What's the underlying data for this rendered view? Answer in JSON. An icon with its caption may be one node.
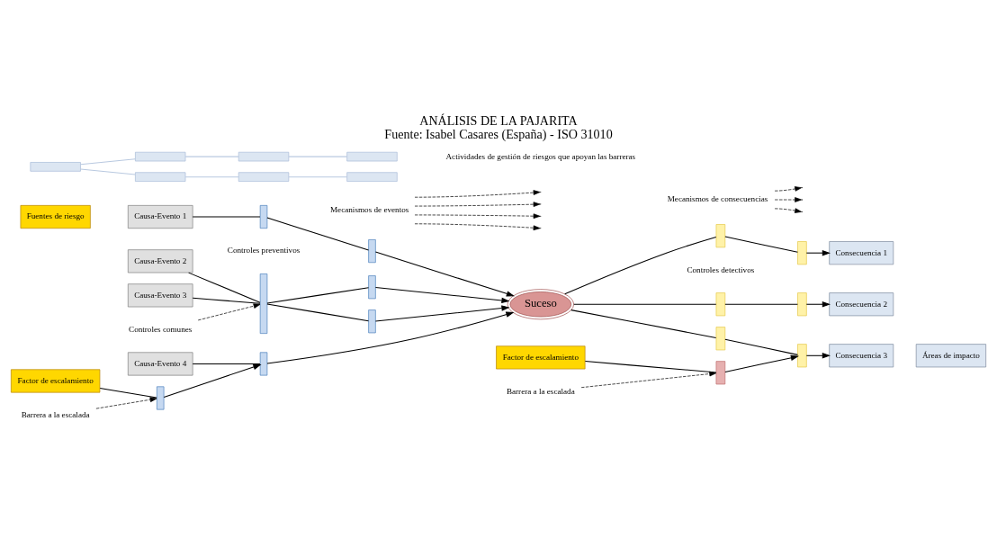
{
  "diagram": {
    "title": "ANÁLISIS DE LA PAJARITA",
    "caption": "Fuente: Isabel Casares (España) - ISO 31010",
    "nodes": [
      {
        "text": [
          "Fuentes de riesgo"
        ]
      },
      {
        "text": [
          "Causa-Evento 1"
        ]
      },
      {
        "text": [
          "Causa-Evento 2"
        ]
      },
      {
        "text": [
          "Causa-Evento 3"
        ]
      },
      {
        "text": [
          "Causa-Evento 4"
        ]
      },
      {
        "text": [
          "Factor de escalamiento"
        ]
      },
      {
        "text": [
          "Barrera a la escalada"
        ]
      },
      {
        "text": [
          "Controles comunes"
        ]
      },
      {
        "text": [
          "Mecanismos de eventos"
        ]
      },
      {
        "text": [
          "Suceso"
        ]
      },
      {
        "text": [
          "Consecuencia 1"
        ]
      },
      {
        "text": [
          "Consecuencia 2"
        ]
      },
      {
        "text": [
          "Consecuencia 3"
        ]
      },
      {
        "text": [
          "Áreas de impacto"
        ]
      },
      {
        "text": [
          "Factor de escalamiento"
        ]
      },
      {
        "text": [
          "Barrera a la escalada"
        ]
      },
      {
        "text": [
          "Mecanismos de consecuencias"
        ]
      },
      {
        "text": [],
        "shape": "bar"
      },
      {
        "text": [],
        "shape": "bar"
      },
      {
        "text": [],
        "shape": "bar"
      },
      {
        "text": [],
        "shape": "bar"
      },
      {
        "text": [],
        "shape": "bar"
      },
      {
        "text": [],
        "shape": "bar"
      },
      {
        "text": [],
        "shape": "bar"
      },
      {
        "text": [],
        "shape": "bar"
      },
      {
        "text": [],
        "shape": "bar"
      },
      {
        "text": [],
        "shape": "bar"
      },
      {
        "text": [],
        "shape": "bar"
      },
      {
        "text": [],
        "shape": "bar"
      },
      {
        "text": [],
        "shape": "bar"
      },
      {
        "text": [],
        "shape": "bar"
      },
      {
        "text": [],
        "shape": "bar"
      },
      {
        "text": [],
        "shape": "bar"
      },
      {
        "text": [],
        "shape": "bar"
      },
      {
        "text": [],
        "shape": "bar"
      },
      {
        "text": [],
        "shape": "bar"
      },
      {
        "text": [],
        "shape": "bar"
      },
      {
        "text": [],
        "shape": "bar"
      }
    ],
    "edges": [
      {
        "from": 1,
        "to": 17,
        "arrow": "none"
      },
      {
        "from": 17,
        "to": 19,
        "arrow": "none"
      },
      {
        "from": 19,
        "to": 9,
        "arrow": "to"
      },
      {
        "from": 2,
        "to": 18,
        "arrow": "none"
      },
      {
        "from": 18,
        "to": 20,
        "arrow": "none"
      },
      {
        "from": 20,
        "to": 9,
        "arrow": "to"
      },
      {
        "from": 3,
        "to": 18,
        "arrow": "none"
      },
      {
        "from": 18,
        "to": 21,
        "arrow": "none"
      },
      {
        "from": 21,
        "to": 9,
        "arrow": "to"
      },
      {
        "from": 4,
        "to": 22,
        "arrow": "none"
      },
      {
        "from": 22,
        "to": 9,
        "arrow": "to"
      },
      {
        "from": 5,
        "to": 23,
        "arrow": "none"
      },
      {
        "from": 23,
        "to": 22,
        "arrow": "to"
      },
      {
        "from": 7,
        "to": 18,
        "arrow": "to",
        "style": "dashed"
      },
      {
        "from": 8,
        "to": null,
        "arrow": "to",
        "style": "dashed"
      },
      {
        "from": 8,
        "to": null,
        "arrow": "to",
        "style": "dashed"
      },
      {
        "from": 8,
        "to": null,
        "arrow": "to",
        "style": "dashed"
      },
      {
        "from": 8,
        "to": null,
        "arrow": "to",
        "style": "dashed"
      },
      {
        "from": 6,
        "to": 23,
        "arrow": "to",
        "style": "dashed"
      },
      {
        "from": 9,
        "to": 24,
        "arrow": "none"
      },
      {
        "from": 24,
        "to": 27,
        "arrow": "none"
      },
      {
        "from": 27,
        "to": 10,
        "arrow": "to"
      },
      {
        "from": 9,
        "to": 25,
        "arrow": "none"
      },
      {
        "from": 25,
        "to": 28,
        "arrow": "none"
      },
      {
        "from": 28,
        "to": 11,
        "arrow": "to"
      },
      {
        "from": 9,
        "to": 26,
        "arrow": "none"
      },
      {
        "from": 26,
        "to": 29,
        "arrow": "none"
      },
      {
        "from": 29,
        "to": 12,
        "arrow": "to"
      },
      {
        "from": 14,
        "to": 30,
        "arrow": "none"
      },
      {
        "from": 30,
        "to": 29,
        "arrow": "to"
      },
      {
        "from": 16,
        "to": null,
        "arrow": "to",
        "style": "dashed"
      },
      {
        "from": 16,
        "to": null,
        "arrow": "to",
        "style": "dashed"
      },
      {
        "from": 16,
        "to": null,
        "arrow": "to",
        "style": "dashed"
      },
      {
        "from": 15,
        "to": 30,
        "arrow": "to",
        "style": "dashed"
      },
      {
        "from": 31,
        "to": 32,
        "arrow": "none",
        "color": "#b9c9e0"
      },
      {
        "from": 32,
        "to": 33,
        "arrow": "none",
        "color": "#b9c9e0"
      },
      {
        "from": 33,
        "to": 34,
        "arrow": "none",
        "color": "#b9c9e0"
      },
      {
        "from": 31,
        "to": 35,
        "arrow": "none",
        "color": "#b9c9e0"
      },
      {
        "from": 35,
        "to": 36,
        "arrow": "none",
        "color": "#b9c9e0"
      },
      {
        "from": 36,
        "to": 37,
        "arrow": "none",
        "color": "#b9c9e0"
      }
    ],
    "labels": [
      "Controles preventivos",
      "Controles detectivos",
      "Actividades de gestión de riesgos que apoyan las barreras"
    ]
  }
}
